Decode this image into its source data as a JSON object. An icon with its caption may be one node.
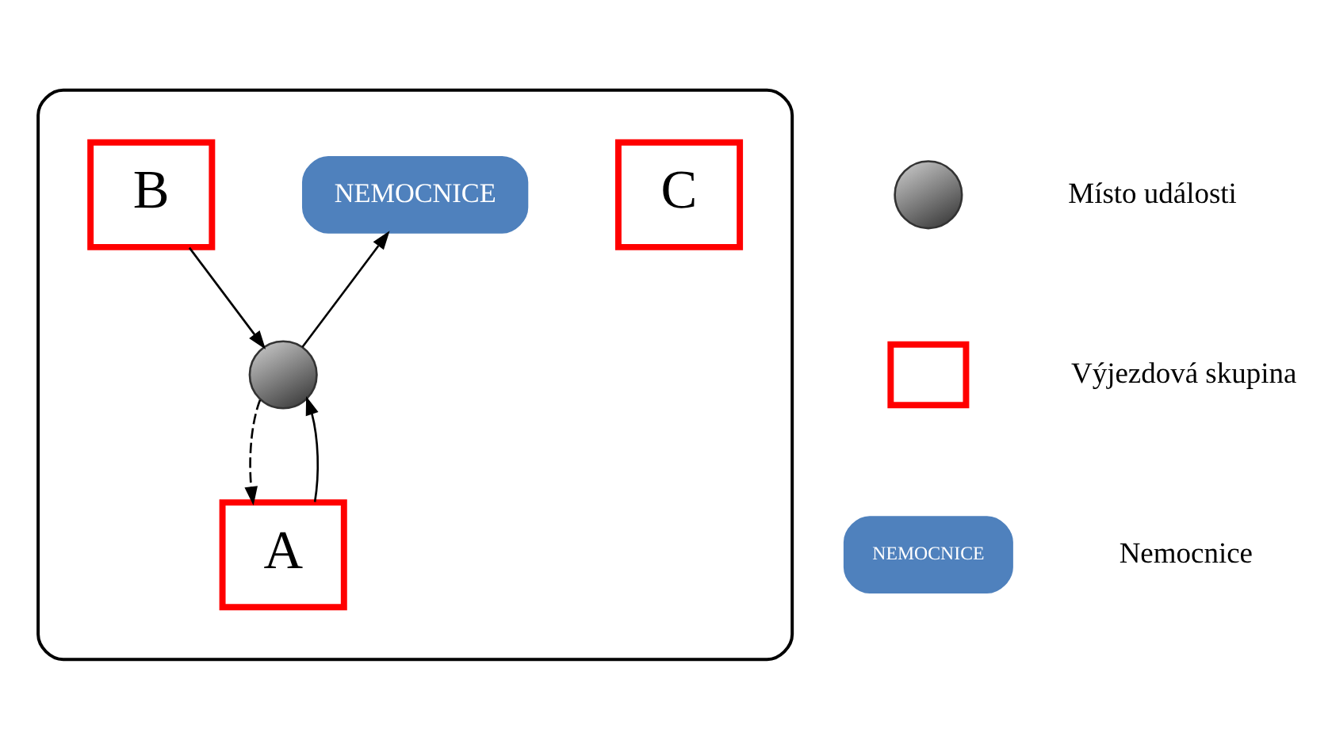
{
  "diagram": {
    "nodes": [
      {
        "text": [],
        "shape": "box"
      },
      {
        "text": [
          "C"
        ],
        "in": 0
      },
      {
        "text": [
          "NEMOCNICE"
        ],
        "in": 0
      },
      {
        "text": [
          "B"
        ],
        "in": 0
      },
      {
        "text": [],
        "shape": "circle",
        "in": 0
      },
      {
        "text": [
          "A"
        ],
        "in": 0
      },
      {
        "text": [],
        "shape": "circle"
      },
      {
        "text": [],
        "shape": "box"
      },
      {
        "text": [
          "NEMOCNICE"
        ]
      }
    ],
    "edges": [
      {
        "from": 3,
        "to": 4,
        "arrow": "to"
      },
      {
        "from": 4,
        "to": 2,
        "arrow": "to"
      },
      {
        "from": 5,
        "to": 4,
        "arrow": "to"
      },
      {
        "from": 4,
        "to": 5,
        "arrow": "to",
        "style": "dashed"
      }
    ],
    "legend": [
      {
        "text": "Místo události"
      },
      {
        "text": "Výjezdová skupina"
      },
      {
        "text": "Nemocnice"
      }
    ]
  }
}
